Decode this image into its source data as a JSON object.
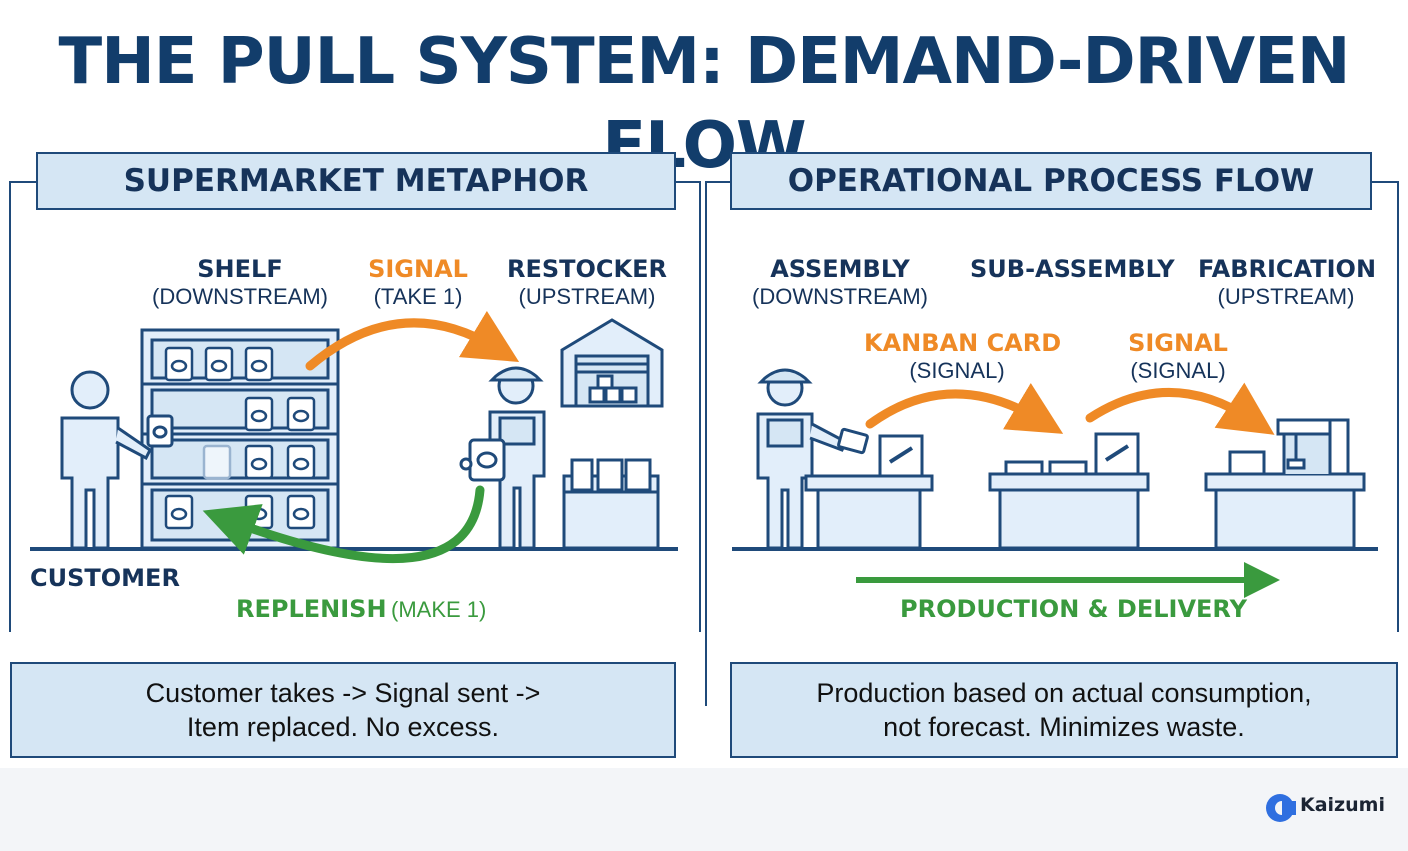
{
  "title": "THE PULL SYSTEM: DEMAND-DRIVEN FLOW",
  "left_panel": {
    "header": "SUPERMARKET METAPHOR",
    "shelf": {
      "label": "SHELF",
      "sub": "(DOWNSTREAM)"
    },
    "signal": {
      "label": "SIGNAL",
      "sub": "(TAKE 1)"
    },
    "restocker": {
      "label": "RESTOCKER",
      "sub": "(UPSTREAM)"
    },
    "customer": "CUSTOMER",
    "replenish": {
      "label": "REPLENISH",
      "sub": "(MAKE 1)"
    },
    "caption": [
      "Customer takes -> Signal sent ->",
      "Item replaced. No excess."
    ]
  },
  "right_panel": {
    "header": "OPERATIONAL PROCESS FLOW",
    "assembly": {
      "label": "ASSEMBLY",
      "sub": "(DOWNSTREAM)"
    },
    "sub_assembly": {
      "label": "SUB-ASSEMBLY"
    },
    "fabrication": {
      "label": "FABRICATION",
      "sub": "(UPSTREAM)"
    },
    "kanban": {
      "label": "KANBAN CARD",
      "sub": "(SIGNAL)"
    },
    "signal": {
      "label": "SIGNAL",
      "sub": "(SIGNAL)"
    },
    "production": "PRODUCTION & DELIVERY",
    "caption": [
      "Production based on actual consumption,",
      "not forecast. Minimizes waste."
    ]
  },
  "brand": {
    "name": "Kaizumi"
  },
  "colors": {
    "navy": "#16335a",
    "header_fill": "#d5e6f4",
    "orange": "#ef8a26",
    "green": "#3a9a3e",
    "line_blue": "#1f4a7a"
  }
}
